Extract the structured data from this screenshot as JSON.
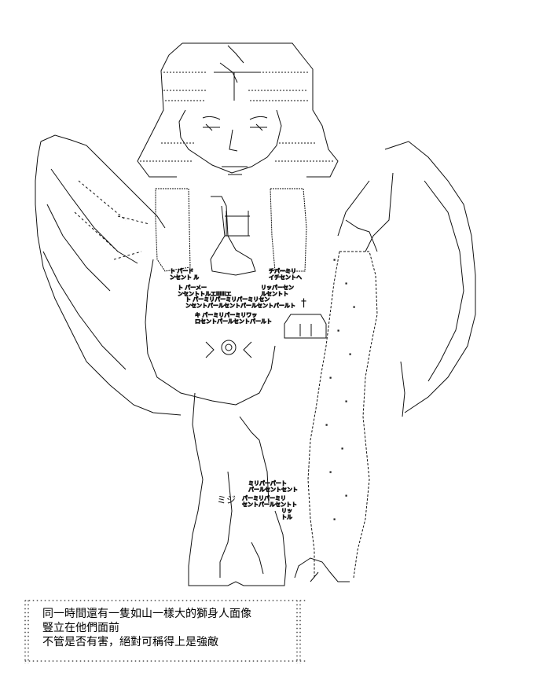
{
  "artwork": {
    "center_labels": {
      "row1": "ト パード\nンセント ル",
      "row2": "ト パーメー\nンセントトルエIIIIIIエ",
      "row3": "ト パーミリパーミリパーミリセン\nンセントパールセントパールセントパールト",
      "row4": "キ パーミリパーミリワッ\nロセントパールセントパールト",
      "cross": "†",
      "right_label": "チパーミリ\nイチセントヘ",
      "right_label2": "リッパーセン\nルセントト",
      "lower1": "ミリパーパート\nパールセントセント",
      "lower2": "パーミリパーミリ\nセントパールセントト",
      "lower3": "リッ\nトル",
      "mi_kanji": "ミジ",
      "eye_glyph": "◎"
    }
  },
  "caption": {
    "lines": [
      "同一時間還有一隻如山一樣大的獅身人面像",
      "豎立在他們面前",
      "不管是否有害，絕對可稱得上是強敵"
    ]
  }
}
